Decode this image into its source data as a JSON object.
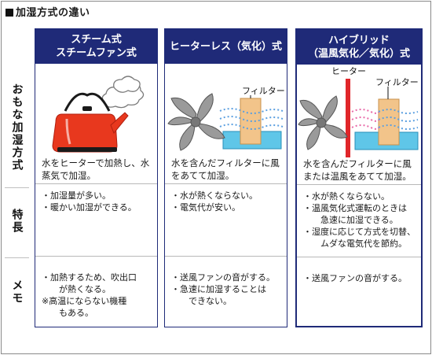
{
  "title": "■加湿方式の違い",
  "title_text": "加湿方式の違い",
  "rows": {
    "method": "おもな加湿方式",
    "features": "特長",
    "memo": "メモ"
  },
  "columns": [
    {
      "header_line1": "スチーム式",
      "header_line2": "スチームファン式",
      "description": "水をヒーターで加熱し、水蒸気で加湿。",
      "features": [
        "・加湿量が多い。",
        "・暖かい加湿ができる。"
      ],
      "memo": [
        "・加熱するため、吹出口",
        "　が熱くなる。",
        "※高温にならない機種",
        "　もある。"
      ]
    },
    {
      "header_line1": "ヒーターレス（気化）式",
      "header_line2": "",
      "filter_label": "フィルター",
      "description": "水を含んだフィルターに風をあてて加湿。",
      "features": [
        "・水が熱くならない。",
        "・電気代が安い。"
      ],
      "memo": [
        "・送風ファンの音がする。",
        "・急速に加湿することは",
        "　できない。"
      ]
    },
    {
      "header_line1": "ハイブリッド",
      "header_line2": "（温風気化／気化）式",
      "heater_label": "ヒーター",
      "filter_label": "フィルター",
      "description": "水を含んだフィルターに風または温風をあてて加湿。",
      "features": [
        "・水が熱くならない。",
        "・温風気化式運転のときは",
        "　急速に加湿できる。",
        "・湿度に応じて方式を切替、",
        "　ムダな電気代を節約。"
      ],
      "memo": [
        "・送風ファンの音がする。"
      ]
    }
  ],
  "colors": {
    "header_bg": "#1f2a78",
    "kettle": "#e8381e",
    "filter": "#f2c48a",
    "water": "#5fc6e8",
    "heater": "#e0262a",
    "cool_air": "#5b9fe0",
    "warm_air": "#e86aa8"
  }
}
